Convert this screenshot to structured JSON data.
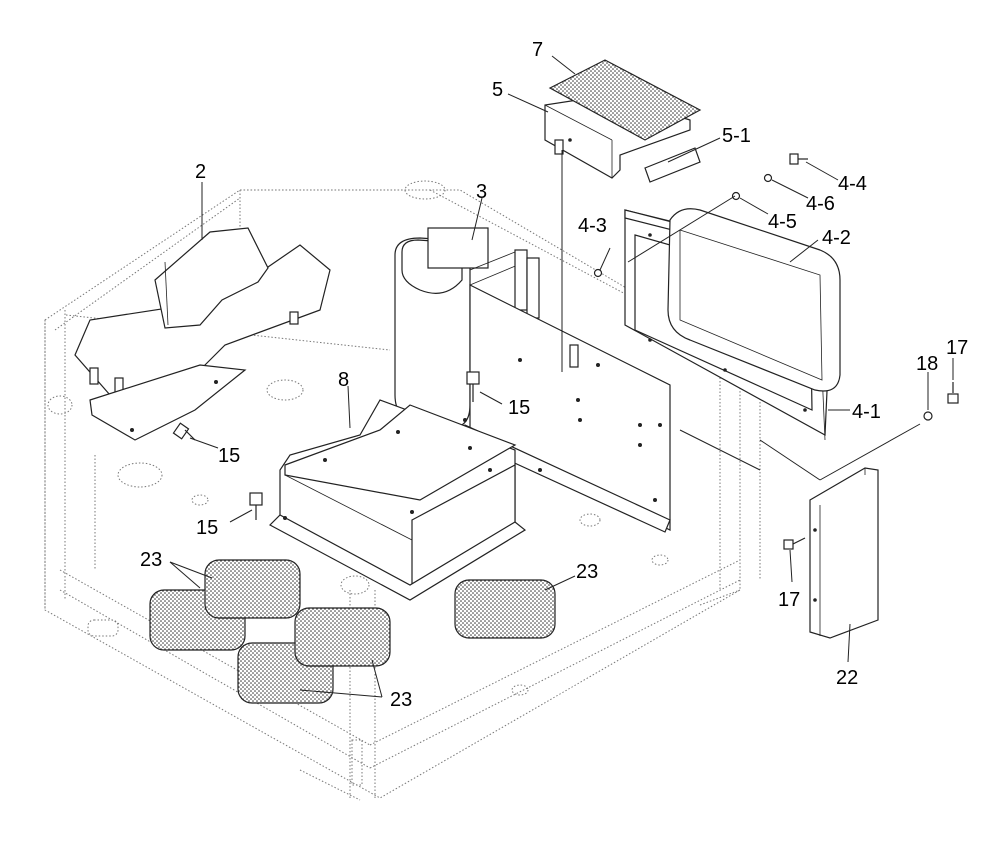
{
  "callouts": {
    "c7": "7",
    "c5": "5",
    "c5_1": "5-1",
    "c4_4": "4-4",
    "c4_6": "4-6",
    "c4_5": "4-5",
    "c4_3": "4-3",
    "c4_2": "4-2",
    "c4_1": "4-1",
    "c18": "18",
    "c17a": "17",
    "c17b": "17",
    "c2": "2",
    "c3": "3",
    "c8": "8",
    "c15a": "15",
    "c15b": "15",
    "c15c": "15",
    "c23a": "23",
    "c23b": "23",
    "c23c": "23",
    "c22": "22"
  },
  "colors": {
    "line": "#222222",
    "hidden": "#777777",
    "background": "#ffffff"
  }
}
